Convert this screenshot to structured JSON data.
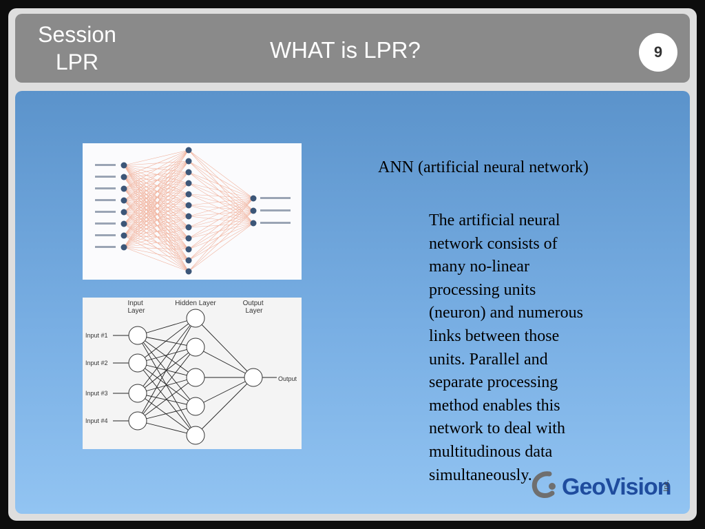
{
  "header": {
    "session_line1": "Session",
    "session_line2": "LPR",
    "title": "WHAT is LPR?",
    "page_number": "9"
  },
  "content": {
    "heading": "ANN (artificial neural network)",
    "body_lines": [
      "The artificial neural",
      "network consists of",
      "many no-linear",
      "processing units",
      "(neuron) and numerous",
      "links between those",
      "units. Parallel and",
      "separate processing",
      "method enables this",
      "network to deal with",
      "multitudinous data",
      "simultaneously."
    ]
  },
  "diagram2": {
    "input_layer": "Input Layer",
    "hidden_layer": "Hidden Layer",
    "output_layer": "Output Layer",
    "inputs": [
      "Input #1",
      "Input #2",
      "Input #3",
      "Input #4"
    ],
    "output_label": "Output"
  },
  "logo": {
    "name": "GeoVision",
    "suffix": "Inc."
  },
  "colors": {
    "header_bg": "#8a8a8a",
    "content_top": "#5b93cb",
    "content_bottom": "#92c4f2",
    "logo_blue": "#1f4c9e"
  }
}
